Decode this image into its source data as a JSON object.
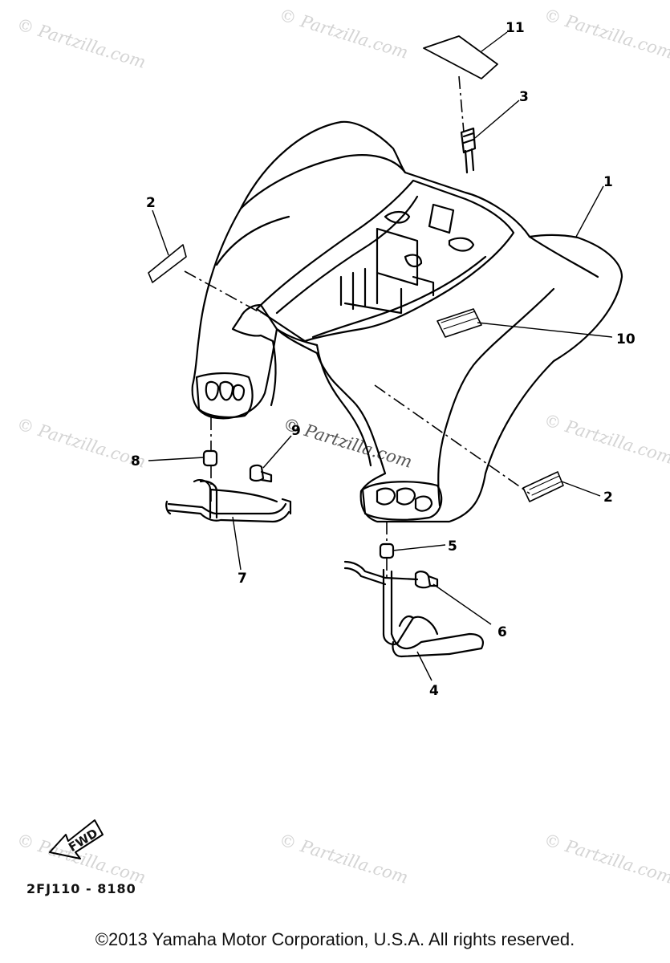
{
  "watermark": "Partzilla.com",
  "watermark_mark": "©",
  "part_labels": {
    "fender": "1",
    "emblem_left": "2",
    "emblem_right": "2",
    "bolt_top": "3",
    "bracket_right": "4",
    "grommet_right": "5",
    "bolt_right": "6",
    "bracket_left": "7",
    "grommet_left": "8",
    "bolt_left": "9",
    "caution_label": "10",
    "decal_top": "11"
  },
  "fwd_label": "FWD",
  "diagram_code": "2FJ110 - 8180",
  "copyright": "©2013 Yamaha Motor Corporation, U.S.A. All rights reserved."
}
